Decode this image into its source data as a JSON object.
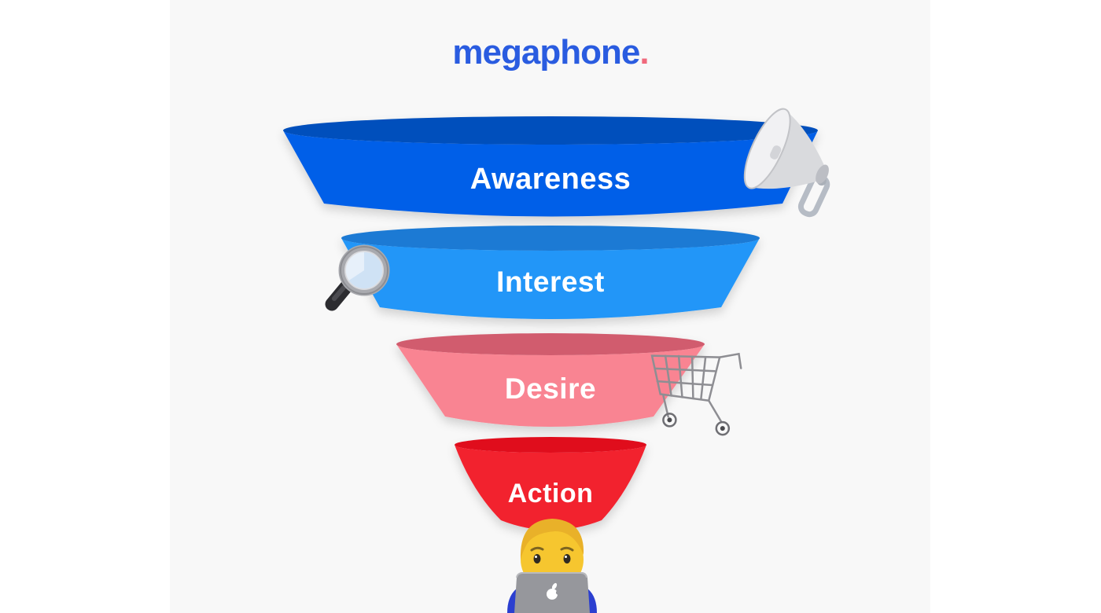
{
  "page": {
    "background": "#ffffff",
    "canvas_background": "#f8f8f8"
  },
  "logo": {
    "text": "megaphone",
    "dot": ".",
    "color": "#2a5ce0",
    "dot_color": "#f0697c"
  },
  "funnel": {
    "type": "marketing-funnel",
    "stages": [
      {
        "label": "Awareness",
        "body_color": "#055fe8",
        "rim_color": "#0650bc",
        "icon": "megaphone-icon"
      },
      {
        "label": "Interest",
        "body_color": "#2196f8",
        "rim_color": "#1c7ad4",
        "icon": "magnifying-glass-icon"
      },
      {
        "label": "Desire",
        "body_color": "#f98492",
        "rim_color": "#d15b6e",
        "icon": "shopping-cart-icon"
      },
      {
        "label": "Action",
        "body_color": "#f2202f",
        "rim_color": "#e00e1f",
        "icon": "person-technologist-icon"
      }
    ]
  }
}
